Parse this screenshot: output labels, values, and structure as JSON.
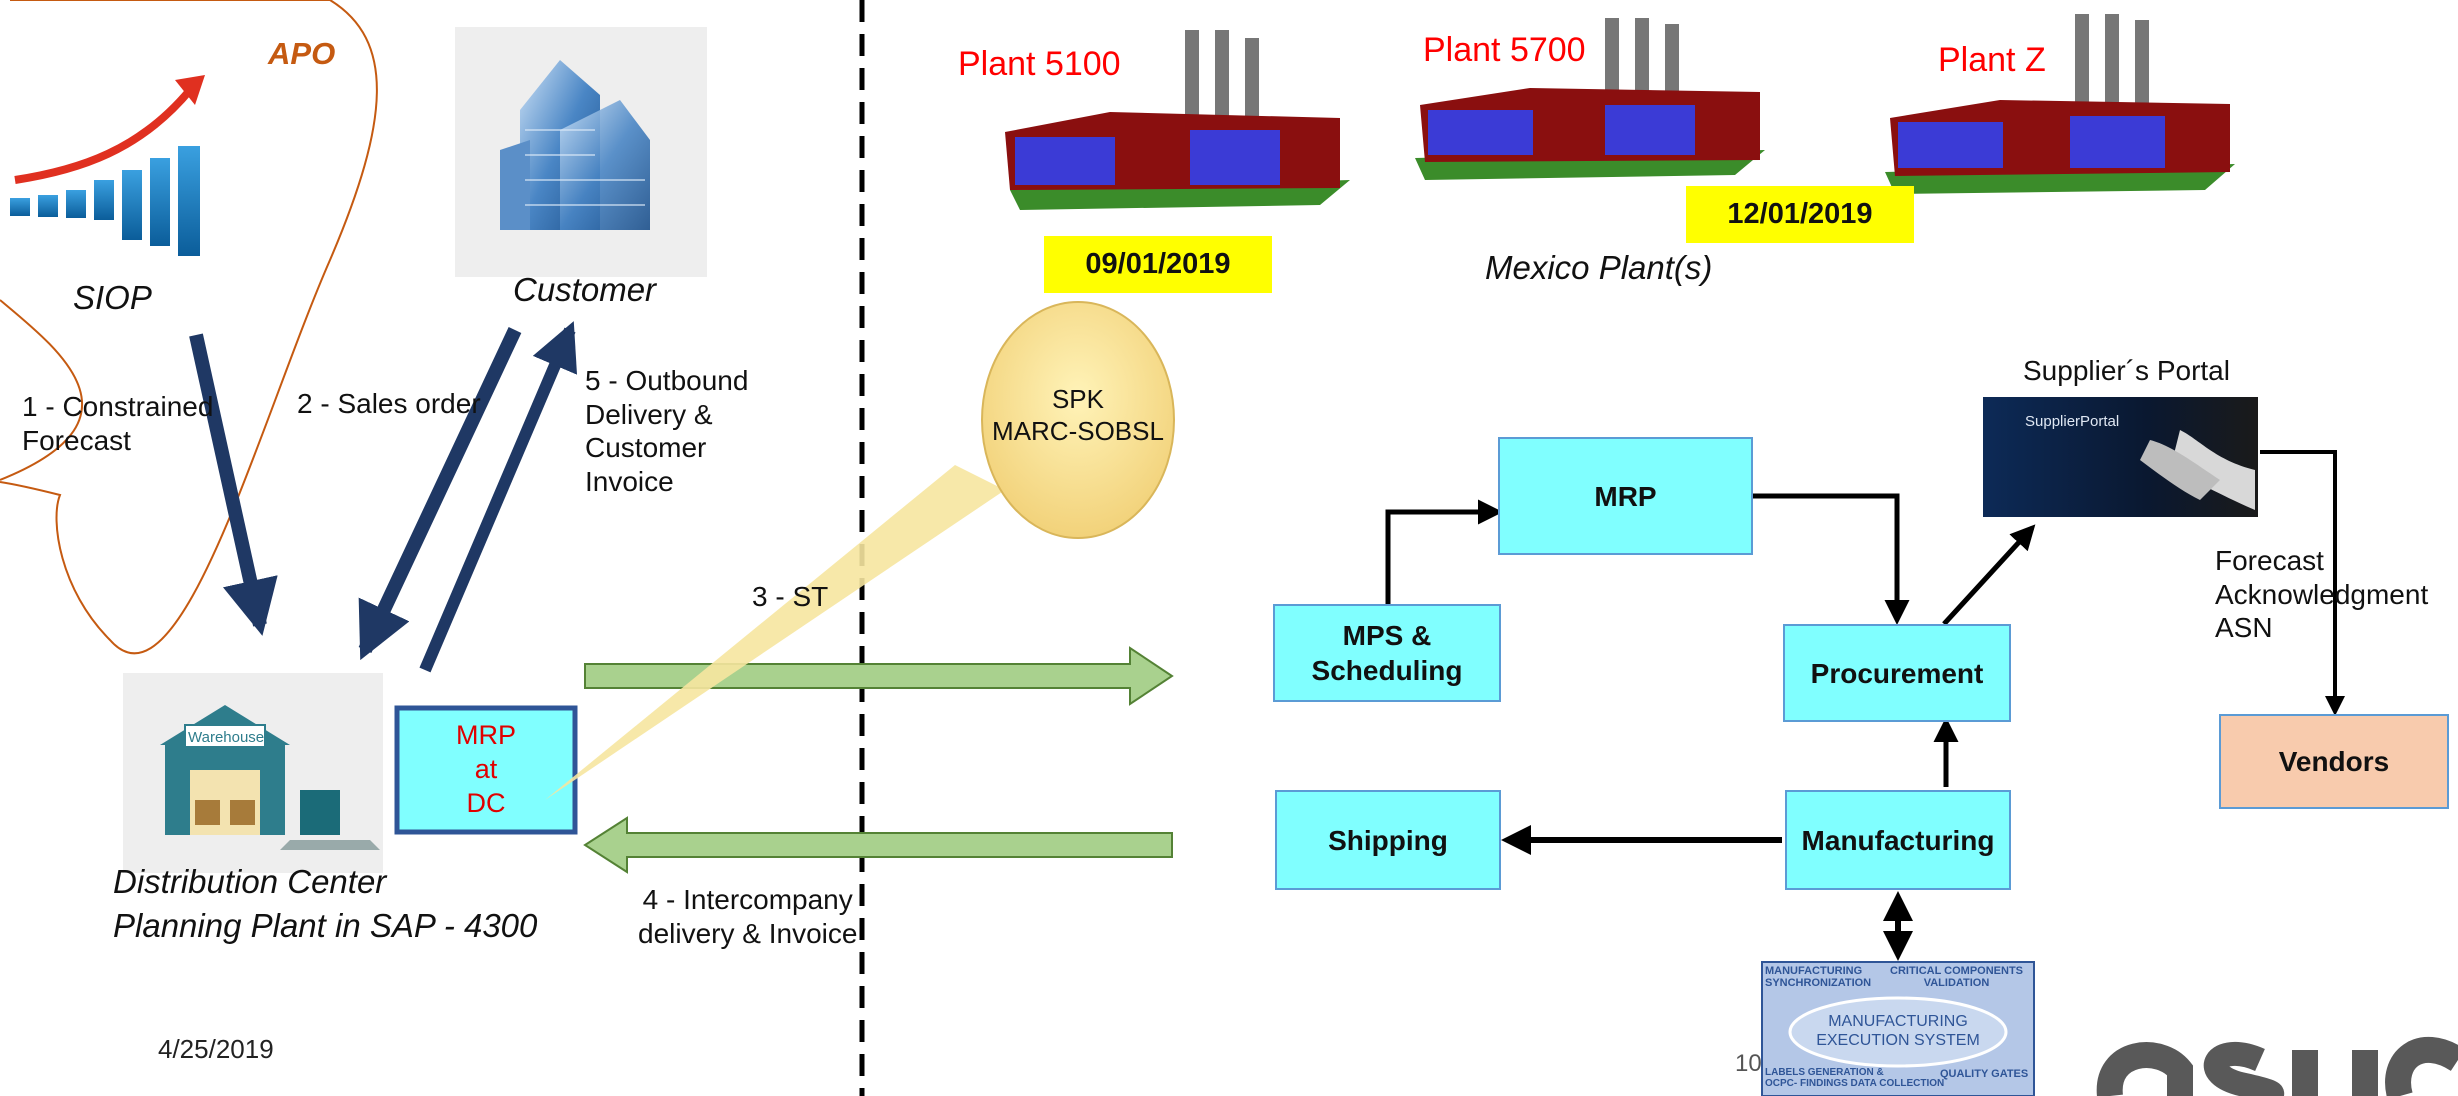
{
  "left": {
    "apo_label": "APO",
    "siop_label": "SIOP",
    "customer_label": "Customer",
    "dc_line1": "Distribution Center",
    "dc_line2": "Planning Plant in SAP - 4300",
    "warehouse_sign": "Warehouse",
    "mrp_at_dc": "MRP\nat\nDC",
    "flows": {
      "constrained_forecast": "1 - Constrained\nForecast",
      "sales_order": "2 - Sales order",
      "outbound": "5 - Outbound\nDelivery  &\nCustomer\nInvoice",
      "sto": "3 - ST",
      "intercompany": "4 - Intercompany\ndelivery & Invoice"
    }
  },
  "callout": {
    "text": "SPK\nMARC-SOBSL"
  },
  "plants": [
    {
      "name": "Plant 5100",
      "date": "09/01/2019"
    },
    {
      "name": "Plant 5700",
      "date": "12/01/2019"
    },
    {
      "name": "Plant Z"
    }
  ],
  "mexico_label": "Mexico Plant(s)",
  "process": {
    "mrp": "MRP",
    "mps": "MPS &\nScheduling",
    "procurement": "Procurement",
    "shipping": "Shipping",
    "manufacturing": "Manufacturing",
    "vendors": "Vendors",
    "supplier_portal_title": "Supplier´s Portal",
    "supplier_portal_image_text": "SupplierPortal",
    "forecast_text": "Forecast\nAcknowledgment\nASN"
  },
  "mes": {
    "top_left": "MANUFACTURING\nSYNCHRONIZATION",
    "top_right": "CRITICAL COMPONENTS\nVALIDATION",
    "center": "MANUFACTURING\nEXECUTION SYSTEM",
    "bottom_left": "LABELS GENERATION &\nOCPC- FINDINGS DATA COLLECTION",
    "bottom_right": "QUALITY GATES"
  },
  "footer": {
    "date": "4/25/2019",
    "page_num": "10",
    "logo_text": "asuc"
  },
  "colors": {
    "cyan_box": "#80ffff",
    "vendor_box": "#f8cbad",
    "plant_label": "#ff0000",
    "date_badge": "#ffff00",
    "apo_label": "#c55a11",
    "green_arrow": "#a9d18e"
  }
}
